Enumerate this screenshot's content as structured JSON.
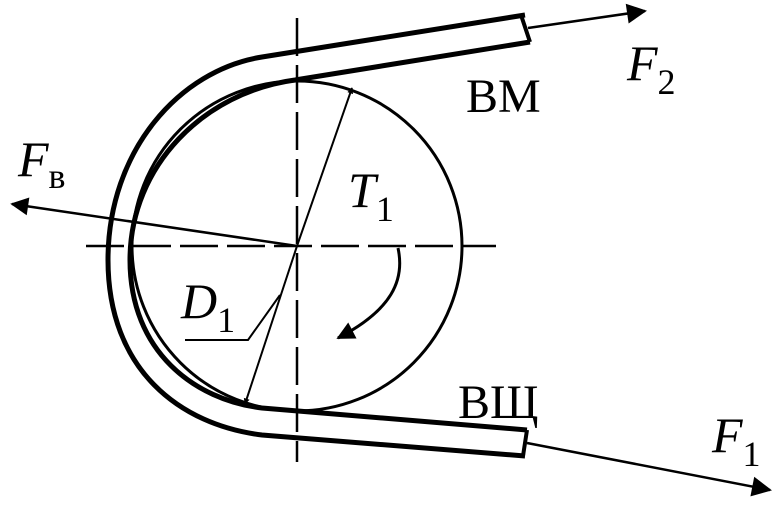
{
  "labels": {
    "f2_main": "F",
    "f2_sub": "2",
    "f1_main": "F",
    "f1_sub": "1",
    "fv_main": "F",
    "fv_sub": "в",
    "t1_main": "T",
    "t1_sub": "1",
    "d1_main": "D",
    "d1_sub": "1",
    "vm": "ВМ",
    "vshch": "ВЩ"
  },
  "colors": {
    "stroke": "#000000",
    "background": "#ffffff"
  }
}
